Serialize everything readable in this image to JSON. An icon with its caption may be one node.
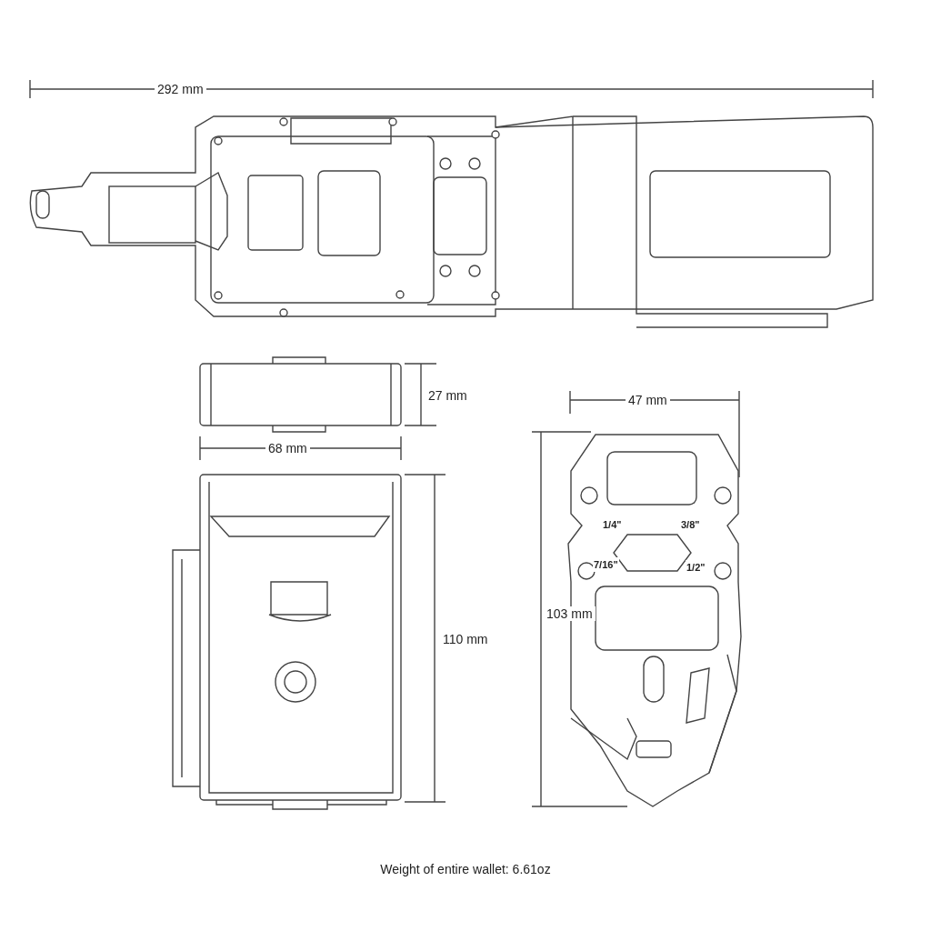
{
  "diagram": {
    "caption": "Weight of entire wallet: 6.61oz",
    "labels": [
      "292 mm",
      "27 mm",
      "68 mm",
      "110 mm",
      "47 mm",
      "103 mm",
      "1/4\"",
      "3/8\"",
      "7/16\"",
      "1/2\""
    ]
  }
}
